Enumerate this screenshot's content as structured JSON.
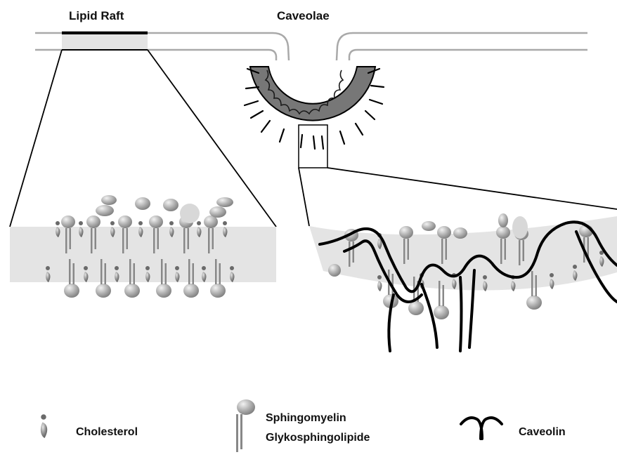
{
  "diagram": {
    "labels": {
      "lipid_raft": "Lipid Raft",
      "caveolae": "Caveolae"
    },
    "legend": {
      "cholesterol": "Cholesterol",
      "sphingomyelin": "Sphingomyelin",
      "glykosphingolipide": "Glykosphingolipide",
      "caveolin": "Caveolin"
    },
    "colors": {
      "membrane_line": "#a9a9a9",
      "raft_bar": "#000000",
      "raft_fill": "#e6e6e6",
      "lipid_gray": "#9a9a9a",
      "caveolin_stroke": "#000000",
      "coat_fill": "#7a7a7a"
    }
  }
}
